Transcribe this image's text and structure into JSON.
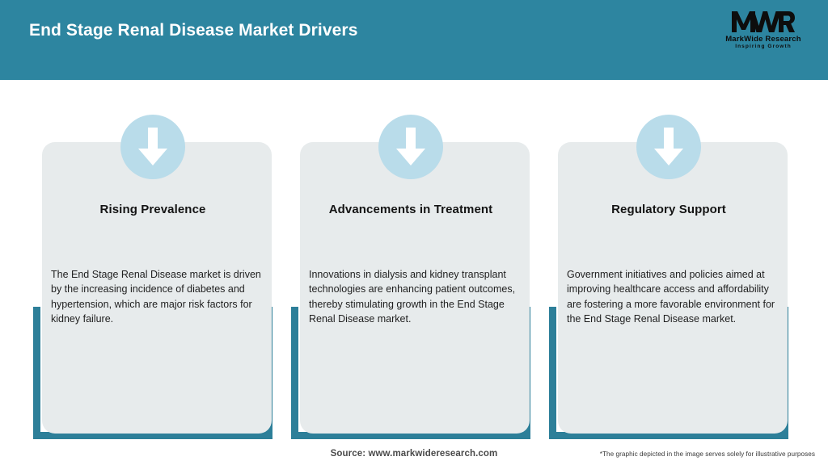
{
  "header": {
    "title": "End Stage Renal Disease Market Drivers",
    "background_color": "#2d85a0",
    "title_color": "#ffffff"
  },
  "logo": {
    "mark": "MWR",
    "name": "MarkWide Research",
    "tagline": "Inspiring Growth"
  },
  "theme": {
    "accent_teal": "#2d7f99",
    "card_background": "#e7ebec",
    "icon_circle": "#b9dcea",
    "arrow_color": "#ffffff"
  },
  "cards": [
    {
      "icon": "arrow-down-icon",
      "title": "Rising Prevalence",
      "body": "The End Stage Renal Disease market is driven by the increasing incidence of diabetes and hypertension, which are major risk factors for kidney failure."
    },
    {
      "icon": "arrow-down-icon",
      "title": "Advancements in Treatment",
      "body": "Innovations in dialysis and kidney transplant technologies are enhancing patient outcomes, thereby stimulating growth in the End Stage Renal Disease market."
    },
    {
      "icon": "arrow-down-icon",
      "title": "Regulatory Support",
      "body": "Government initiatives and policies aimed at improving healthcare access and affordability are fostering a more favorable environment for the End Stage Renal Disease market."
    }
  ],
  "footer": {
    "source": "Source: www.markwideresearch.com",
    "disclaimer": "*The graphic depicted in the image serves solely for illustrative purposes"
  }
}
